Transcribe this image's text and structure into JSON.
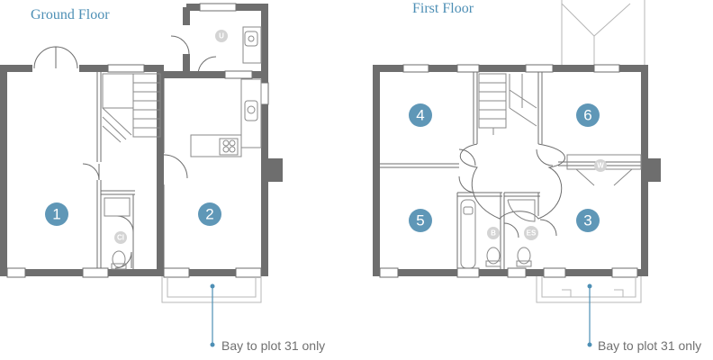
{
  "ground_floor": {
    "title": "Ground Floor",
    "rooms": [
      "1",
      "2"
    ],
    "tags": [
      "U",
      "Cl"
    ],
    "bay_note": "Bay to plot 31 only"
  },
  "first_floor": {
    "title": "First Floor",
    "rooms": [
      "4",
      "6",
      "5",
      "3"
    ],
    "tags": [
      "B",
      "ES",
      "W"
    ],
    "bay_note": "Bay to plot 31 only"
  },
  "colors": {
    "accent": "#5f97b7",
    "wall": "#6e6e6e",
    "minor_badge": "#d4d4d4",
    "note_text": "#707070"
  }
}
